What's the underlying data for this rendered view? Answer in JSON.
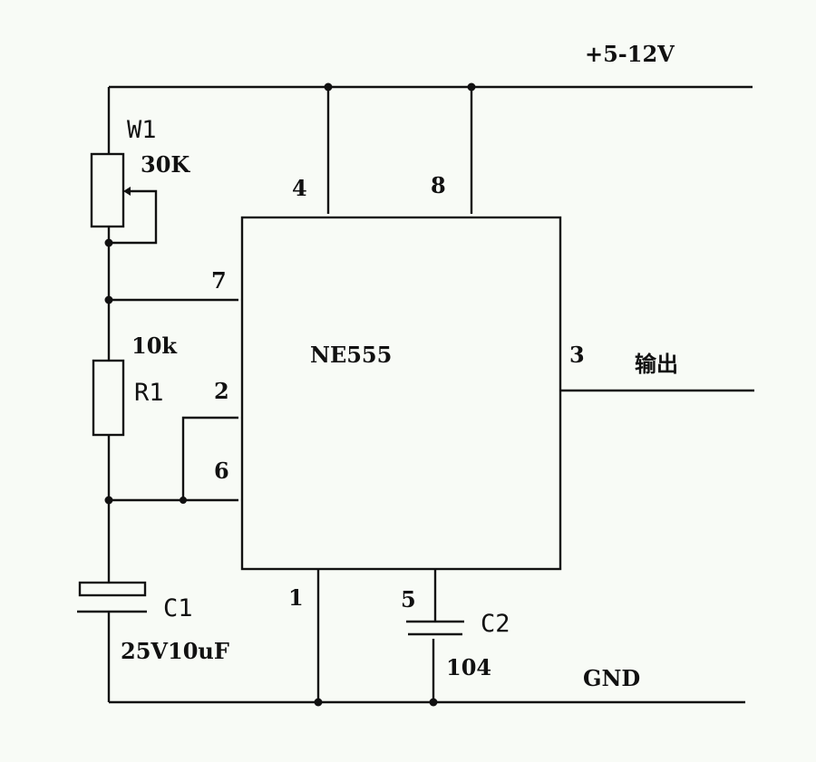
{
  "supply_label": "+5-12V",
  "ground_label": "GND",
  "output_label": "输出",
  "ic": {
    "name": "NE555",
    "pins": {
      "p1": "1",
      "p2": "2",
      "p3": "3",
      "p4": "4",
      "p5": "5",
      "p6": "6",
      "p7": "7",
      "p8": "8"
    }
  },
  "w1": {
    "ref": "W1",
    "value": "30K"
  },
  "r1": {
    "ref": "R1",
    "value": "10k"
  },
  "c1": {
    "ref": "C1",
    "value": "25V10uF"
  },
  "c2": {
    "ref": "C2",
    "value": "104"
  }
}
